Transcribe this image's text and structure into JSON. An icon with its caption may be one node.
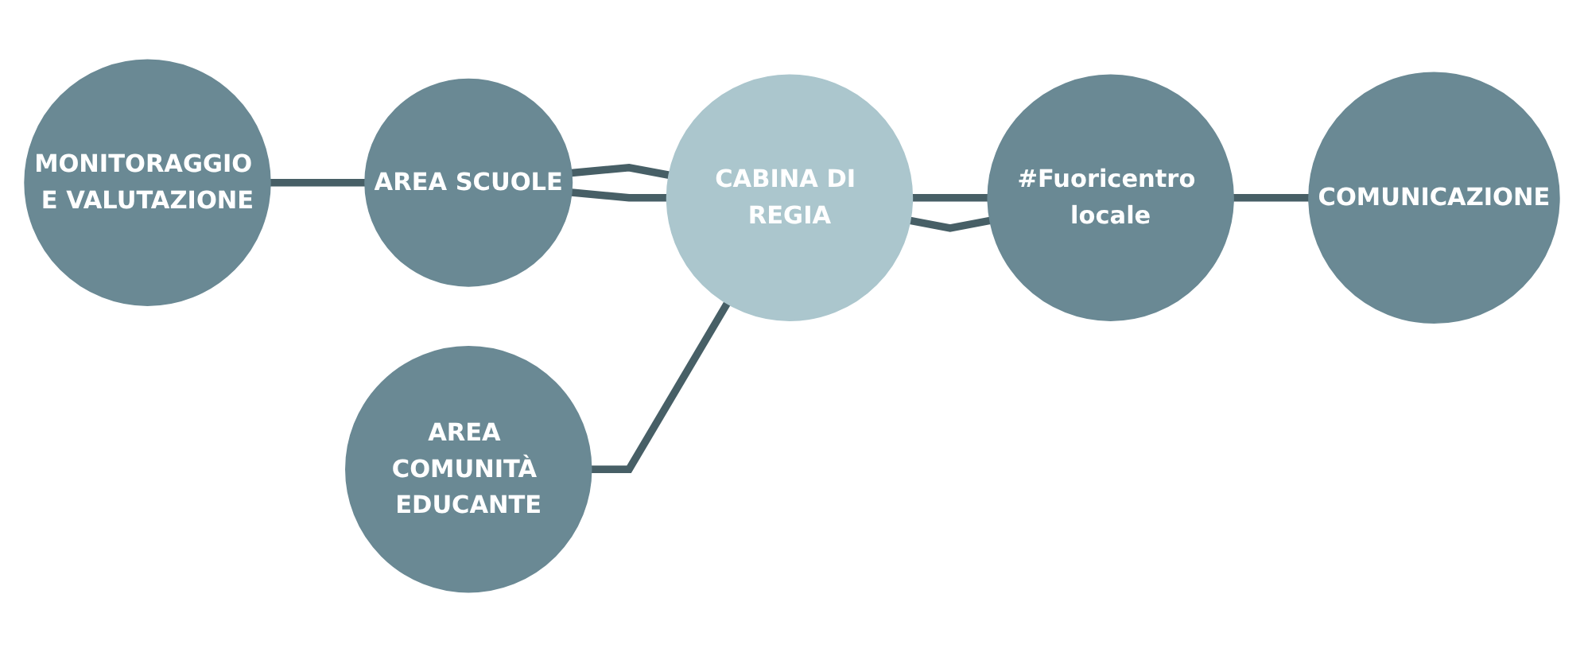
{
  "diagram": {
    "nodes": [
      {
        "text": [
          "MONITORAGGIO E VALUTAZIONE"
        ]
      },
      {
        "text": [
          "AREA SCUOLE"
        ]
      },
      {
        "text": [
          "CABINA DI REGIA"
        ]
      },
      {
        "text": [
          "AREA COMUNITÀ EDUCANTE"
        ]
      },
      {
        "text": [
          "#Fuoricentro locale"
        ]
      },
      {
        "text": [
          "COMUNICAZIONE"
        ]
      }
    ],
    "edges": [
      {
        "from": 0,
        "to": 1,
        "arrow": "none"
      },
      {
        "from": 1,
        "to": 2,
        "arrow": "none"
      },
      {
        "from": 1,
        "to": 2,
        "arrow": "none"
      },
      {
        "from": 3,
        "to": 2,
        "arrow": "none"
      },
      {
        "from": 2,
        "to": 4,
        "arrow": "none"
      },
      {
        "from": 2,
        "to": 4,
        "arrow": "none"
      },
      {
        "from": 4,
        "to": 5,
        "arrow": "none"
      }
    ]
  }
}
